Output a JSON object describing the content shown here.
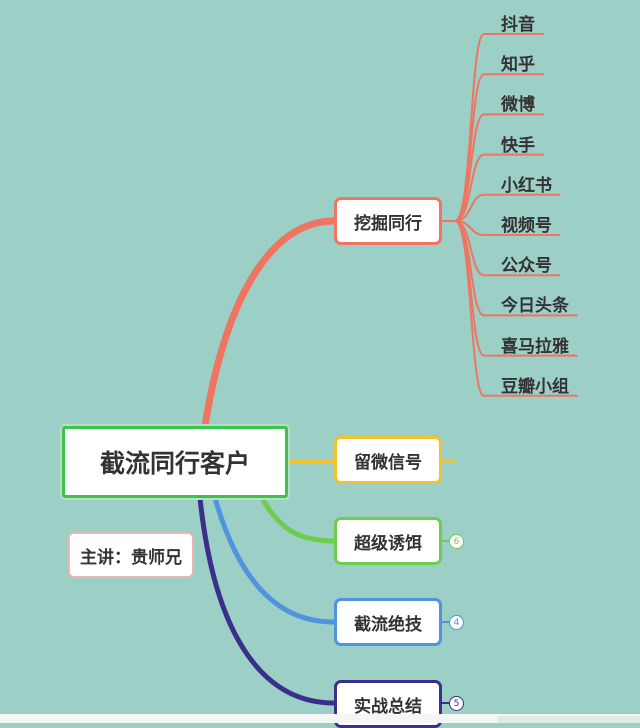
{
  "mindmap": {
    "root": {
      "label": "截流同行客户"
    },
    "presenter": {
      "label": "主讲：贵师兄"
    },
    "branches": [
      {
        "label": "挖掘同行",
        "color": "#f07462",
        "children": [
          "抖音",
          "知乎",
          "微博",
          "快手",
          "小红书",
          "视频号",
          "公众号",
          "今日头条",
          "喜马拉雅",
          "豆瓣小组"
        ]
      },
      {
        "label": "留微信号",
        "color": "#f2c12e"
      },
      {
        "label": "超级诱饵",
        "color": "#6ccd4f",
        "count": "6"
      },
      {
        "label": "截流绝技",
        "color": "#4f94dc",
        "count": "4"
      },
      {
        "label": "实战总结",
        "color": "#3a2f8a",
        "count": "5"
      }
    ]
  },
  "colors": {
    "background": "#9ccfc6",
    "root_border": "#3cc24f"
  }
}
